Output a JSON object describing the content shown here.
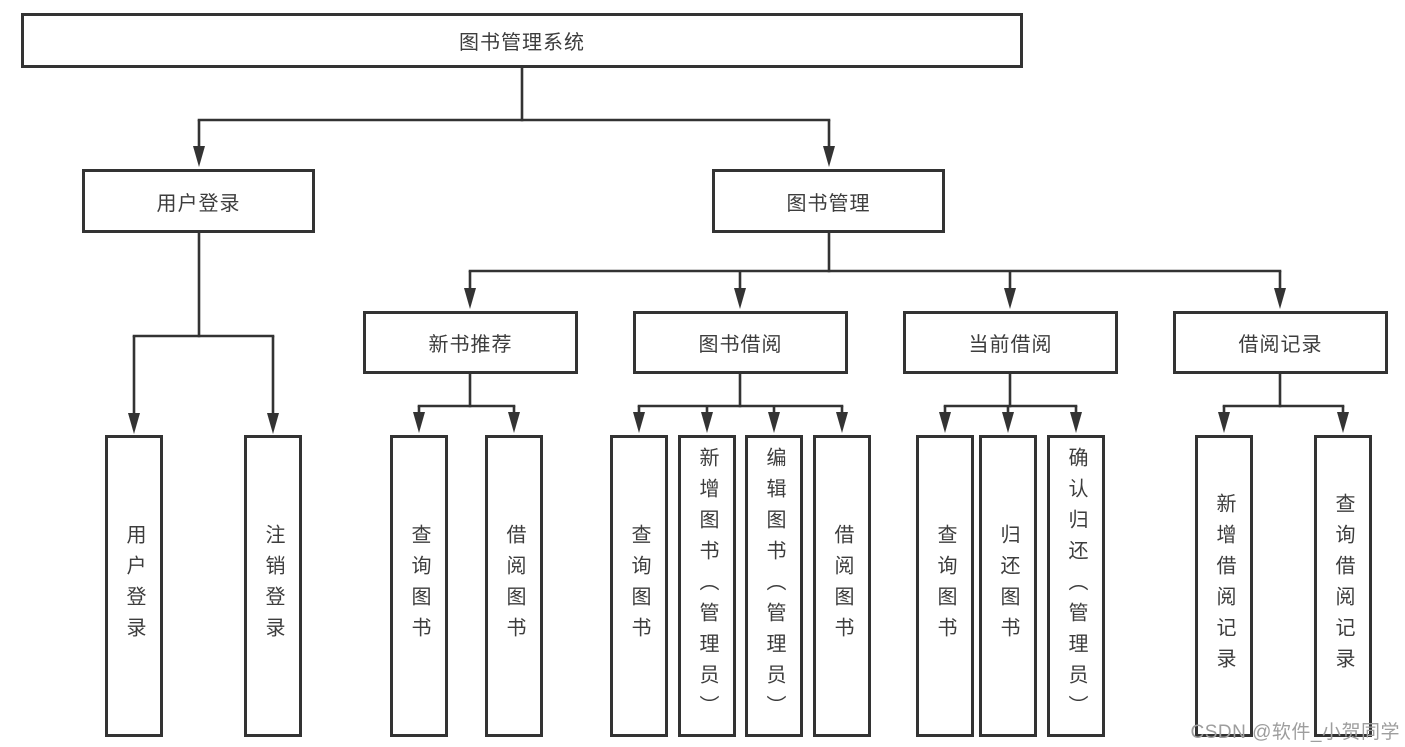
{
  "diagram": {
    "root": {
      "label": "图书管理系统"
    },
    "level1": [
      {
        "label": "用户登录"
      },
      {
        "label": "图书管理"
      }
    ],
    "level2": [
      {
        "label": "新书推荐"
      },
      {
        "label": "图书借阅"
      },
      {
        "label": "当前借阅"
      },
      {
        "label": "借阅记录"
      }
    ],
    "leaves": [
      {
        "label": "用户登录"
      },
      {
        "label": "注销登录"
      },
      {
        "label": "查询图书"
      },
      {
        "label": "借阅图书"
      },
      {
        "label": "查询图书"
      },
      {
        "label": "新增图书（管理员）"
      },
      {
        "label": "编辑图书（管理员）"
      },
      {
        "label": "借阅图书"
      },
      {
        "label": "查询图书"
      },
      {
        "label": "归还图书"
      },
      {
        "label": "确认归还（管理员）"
      },
      {
        "label": "新增借阅记录"
      },
      {
        "label": "查询借阅记录"
      }
    ]
  },
  "watermark": {
    "text": "CSDN @软件_小贺同学"
  },
  "colors": {
    "line": "#333333",
    "text": "#3d3d3d",
    "watermark": "#9e9e9e",
    "background": "#ffffff"
  }
}
